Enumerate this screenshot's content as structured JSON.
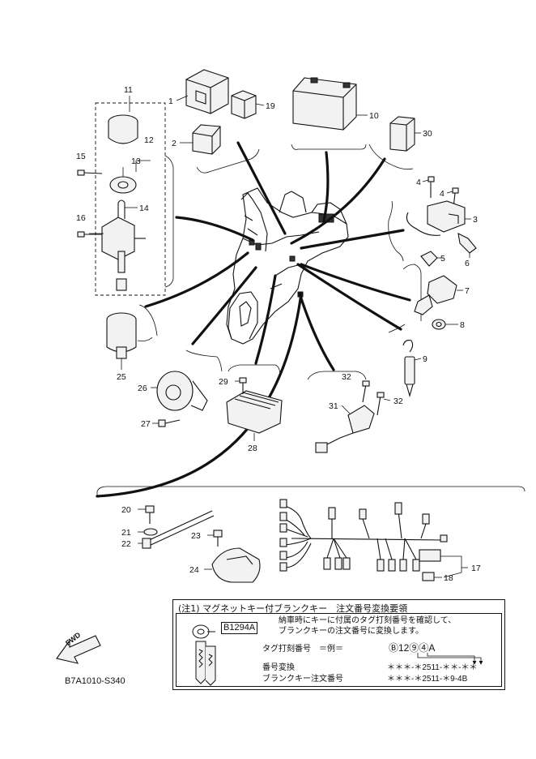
{
  "callouts": {
    "c1": "1",
    "c2": "2",
    "c3": "3",
    "c4a": "4",
    "c4b": "4",
    "c5": "5",
    "c6": "6",
    "c7": "7",
    "c8": "8",
    "c9": "9",
    "c10": "10",
    "c11": "11",
    "c12": "12",
    "c13": "13",
    "c14": "14",
    "c15": "15",
    "c16": "16",
    "c17": "17",
    "c18": "18",
    "c19": "19",
    "c20": "20",
    "c21": "21",
    "c22": "22",
    "c23": "23",
    "c24": "24",
    "c25": "25",
    "c26": "26",
    "c27": "27",
    "c28": "28",
    "c29": "29",
    "c30": "30",
    "c31": "31",
    "c32a": "32",
    "c32b": "32"
  },
  "note": {
    "title": "(注1) マグネットキー付ブランクキー　注文番号変換要領",
    "line1": "納車時にキーに付属のタグ打刻番号を確認して、",
    "line2": "ブランクキーの注文番号に変換します。",
    "tag_label": "タグ打刻番号　＝例＝",
    "tag_example": "B1294A",
    "tag_code": "Ⓑ12⑨④A",
    "convert_label": "番号変換",
    "convert_code": "＊＊＊-＊2511-＊＊-＊＊",
    "blank_label": "ブランクキー注文番号",
    "blank_code": "＊＊＊-＊2511-＊9-4B"
  },
  "footer": {
    "catalog_code": "B7A1010-S340",
    "fwd_label": "FWD"
  }
}
